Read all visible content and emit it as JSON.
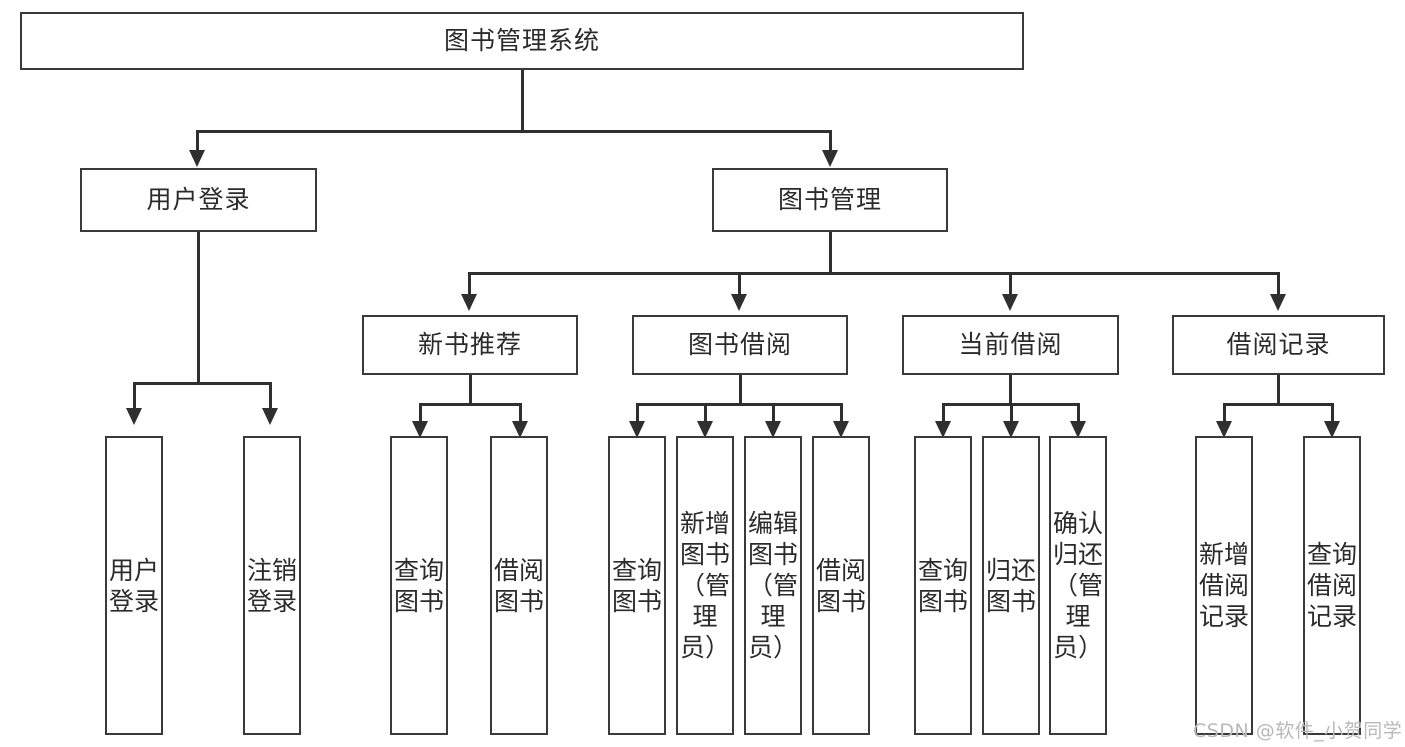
{
  "diagram": {
    "title": "图书管理系统",
    "type": "tree",
    "root": {
      "id": "root",
      "label": "图书管理系统"
    },
    "level2": [
      {
        "id": "user-login",
        "label": "用户登录"
      },
      {
        "id": "book-manage",
        "label": "图书管理"
      }
    ],
    "level3": [
      {
        "id": "new-book-rec",
        "label": "新书推荐"
      },
      {
        "id": "book-borrow",
        "label": "图书借阅"
      },
      {
        "id": "current-borrow",
        "label": "当前借阅"
      },
      {
        "id": "borrow-record",
        "label": "借阅记录"
      }
    ],
    "leaves": {
      "user_login": [
        {
          "id": "leaf-user-login",
          "label": "用户登录"
        },
        {
          "id": "leaf-logout",
          "label": "注销登录"
        }
      ],
      "new_book_rec": [
        {
          "id": "leaf-query-book-1",
          "label": "查询图书"
        },
        {
          "id": "leaf-borrow-book-1",
          "label": "借阅图书"
        }
      ],
      "book_borrow": [
        {
          "id": "leaf-query-book-2",
          "label": "查询图书"
        },
        {
          "id": "leaf-add-book",
          "label": "新增图书（管理员）"
        },
        {
          "id": "leaf-edit-book",
          "label": "编辑图书（管理员）"
        },
        {
          "id": "leaf-borrow-book-2",
          "label": "借阅图书"
        }
      ],
      "current_borrow": [
        {
          "id": "leaf-query-book-3",
          "label": "查询图书"
        },
        {
          "id": "leaf-return-book",
          "label": "归还图书"
        },
        {
          "id": "leaf-confirm-return",
          "label": "确认归还（管理员）"
        }
      ],
      "borrow_record": [
        {
          "id": "leaf-add-record",
          "label": "新增借阅记录"
        },
        {
          "id": "leaf-query-record",
          "label": "查询借阅记录"
        }
      ]
    }
  },
  "watermark": {
    "text": "CSDN @软件_小贺同学"
  },
  "colors": {
    "box_border": "#3a3a3a",
    "line": "#2f2f2f",
    "text": "#2b2b2b",
    "background": "#ffffff",
    "watermark": "#b9b9b9"
  }
}
